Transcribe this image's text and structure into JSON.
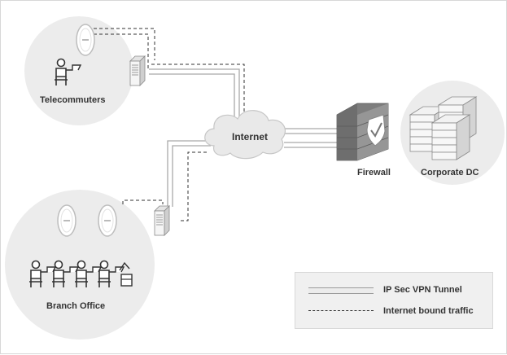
{
  "nodes": {
    "telecommuters": "Telecommuters",
    "internet": "Internet",
    "firewall": "Firewall",
    "corporate_dc": "Corporate  DC",
    "branch_office": "Branch Office"
  },
  "legend": {
    "tunnel_label": "IP Sec VPN Tunnel",
    "traffic_label": "Internet bound traffic"
  },
  "colors": {
    "circle_fill": "#ececec",
    "tunnel_line": "#a9a9a9",
    "traffic_line": "#333333"
  }
}
